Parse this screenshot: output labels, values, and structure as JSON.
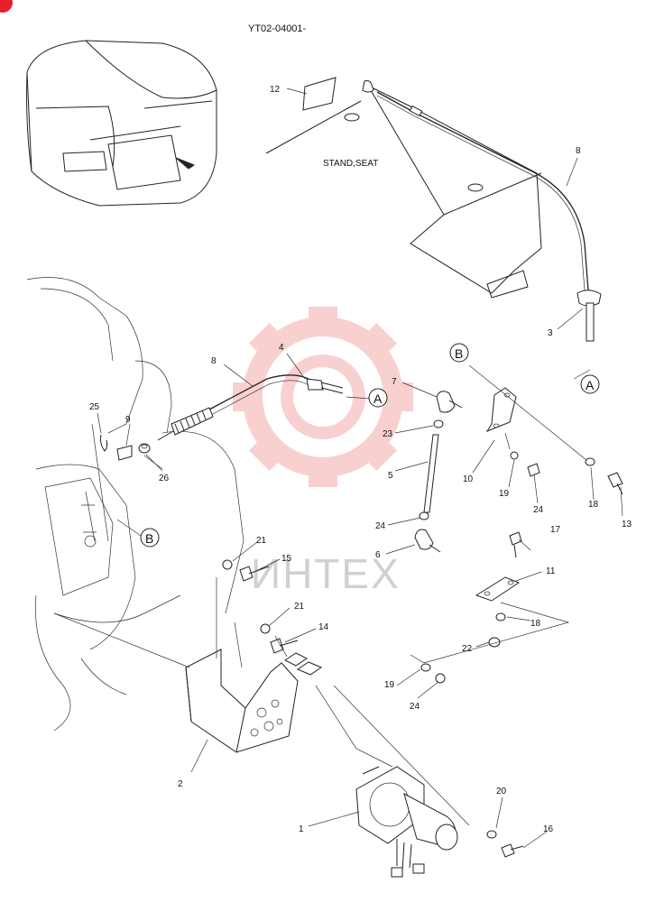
{
  "header": {
    "code": "YT02-04001-"
  },
  "labels": {
    "stand_seat": "STAND,SEAT"
  },
  "watermark": {
    "text": "ИНТЕХ",
    "color": "#f07c7c"
  },
  "refs": {
    "a": "A",
    "b": "B"
  },
  "callouts": {
    "c1": "1",
    "c2": "2",
    "c3": "3",
    "c4": "4",
    "c5": "5",
    "c6": "6",
    "c7": "7",
    "c8": "8",
    "c9": "9",
    "c10": "10",
    "c11": "11",
    "c12": "12",
    "c13": "13",
    "c14": "14",
    "c15": "15",
    "c16": "16",
    "c17": "17",
    "c18": "18",
    "c19": "19",
    "c20": "20",
    "c21": "21",
    "c22": "22",
    "c23": "23",
    "c24": "24",
    "c25": "25",
    "c26": "26"
  },
  "badge": {
    "color": "#e5202a"
  }
}
